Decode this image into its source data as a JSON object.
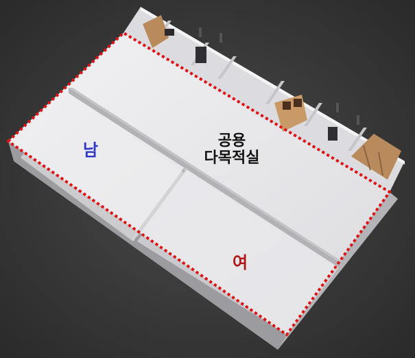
{
  "rooms": {
    "shared": {
      "line1": "공용",
      "line2": "다목적실"
    },
    "male": {
      "label": "남"
    },
    "female": {
      "label": "여"
    }
  },
  "colors": {
    "background": "#3a3a3a",
    "male_label": "#2f36c8",
    "female_label": "#b01818",
    "boundary": "#e01010",
    "floor": "#e6e6e8",
    "wall": "#cfcfd2",
    "wood": "#b98a5c"
  },
  "icons": [
    "toilet-stall-icon",
    "sink-icon",
    "washbasin-icon"
  ]
}
